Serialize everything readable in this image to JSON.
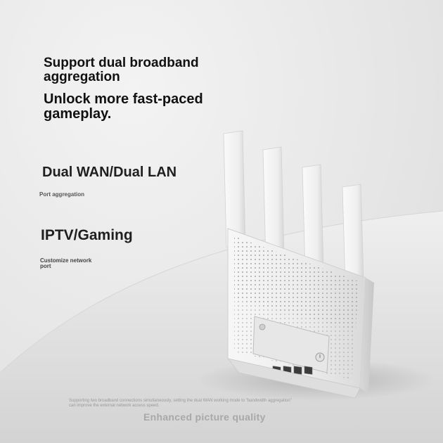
{
  "headline": {
    "line1": "Support dual broadband\n aggregation",
    "line2": "Unlock more fast-paced\n gameplay."
  },
  "features": [
    {
      "title": "Dual WAN/Dual LAN",
      "subtitle": "Port aggregation"
    },
    {
      "title": "IPTV/Gaming",
      "subtitle": "Customize network\n port"
    }
  ],
  "footer": {
    "description": "Supporting two broadband connections simultaneously, setting the dual WAN working mode to \"bandwidth aggregation\" can improve the external network access speed.",
    "tagline": "Enhanced picture quality"
  },
  "product": {
    "name": "router",
    "antenna_count": 4,
    "lan_port_count": 4,
    "color": "#f2f2f2"
  },
  "colors": {
    "background": "#e9e9e9",
    "text": "#111111",
    "muted": "#a8a8a8"
  }
}
